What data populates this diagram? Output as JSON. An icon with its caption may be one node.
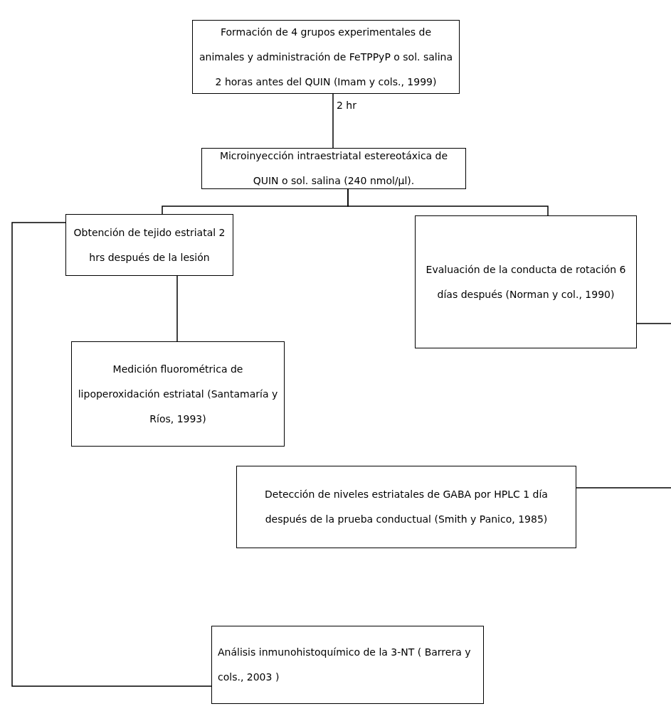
{
  "diagram": {
    "nodes": [
      {
        "text": [
          "Formación de 4 grupos experimentales de animales y administración de FeTPPyP o sol. salina 2 horas antes del QUIN (Imam y cols., 1999)"
        ]
      },
      {
        "text": [
          "Microinyección intraestriatal estereotáxica de QUIN o sol. salina (240 nmol/µl)."
        ]
      },
      {
        "text": [
          "Obtención de tejido estriatal 2 hrs después de la lesión"
        ]
      },
      {
        "text": [
          "Evaluación de la conducta de rotación 6 días después (Norman y col., 1990)"
        ]
      },
      {
        "text": [
          "Medición fluorométrica de lipoperoxidación estriatal (Santamaría y Ríos, 1993)"
        ]
      },
      {
        "text": [
          "Detección de niveles estriatales de GABA por HPLC 1 día después de la prueba conductual (Smith y Panico, 1985)"
        ]
      },
      {
        "text": [
          "Análisis inmunohistoquímico de la 3-NT ( Barrera y cols., 2003 )"
        ]
      }
    ],
    "edges": [
      {
        "from": 0,
        "to": 1,
        "arrow": "none",
        "label": "2 hr"
      },
      {
        "from": 1,
        "to": 2,
        "arrow": "none"
      },
      {
        "from": 1,
        "to": 3,
        "arrow": "none"
      },
      {
        "from": 2,
        "to": 4,
        "arrow": "none"
      },
      {
        "from": 2,
        "to": 6,
        "arrow": "none"
      },
      {
        "from": 3,
        "to": null,
        "arrow": "none"
      },
      {
        "from": 5,
        "to": null,
        "arrow": "none"
      }
    ]
  }
}
